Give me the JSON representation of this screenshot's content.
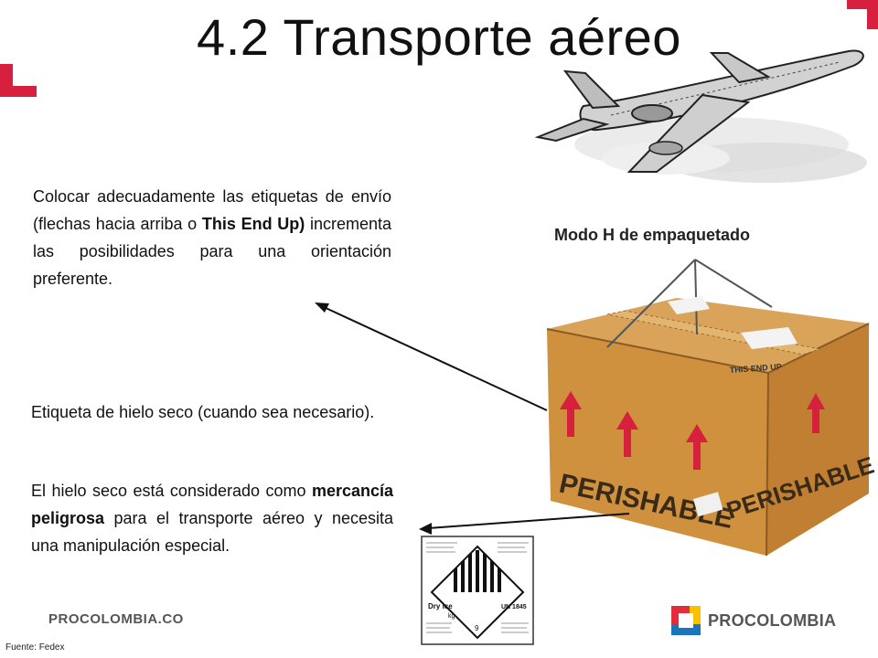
{
  "slide": {
    "title": "4.2 Transporte aéreo",
    "labels_paragraph": {
      "part1": "Colocar adecuadamente las etiquetas de envío (flechas hacia arriba o ",
      "bold": "This End Up)",
      "part2": " incrementa las posibilidades para una orientación preferente."
    },
    "dry_ice_paragraph": "Etiqueta de hielo seco (cuando sea necesario).",
    "dangerous_goods_paragraph": {
      "part1": "El hielo seco está considerado como ",
      "bold": "mercancía peligrosa",
      "part2": " para el transporte aéreo y necesita una manipulación especial."
    },
    "packaging_caption": "Modo H de empaquetado",
    "footer_left": "PROCOLOMBIA.CO",
    "source": "Fuente: Fedex",
    "brand": "PROCOLOMBIA"
  },
  "box_image": {
    "top_label": "THIS END UP",
    "front_label": "PERISHABLE",
    "side_label": "PERISHABLE"
  },
  "dry_ice_label": {
    "text_dry_ice": "Dry Ice",
    "text_kg": "kg",
    "text_un": "UN 1845",
    "text_class": "9"
  },
  "colors": {
    "accent_red": "#d6203e",
    "box_orange": "#d99a4a",
    "logo_red": "#e42d3a",
    "logo_yellow": "#f8c100",
    "logo_blue": "#1c75bc"
  }
}
